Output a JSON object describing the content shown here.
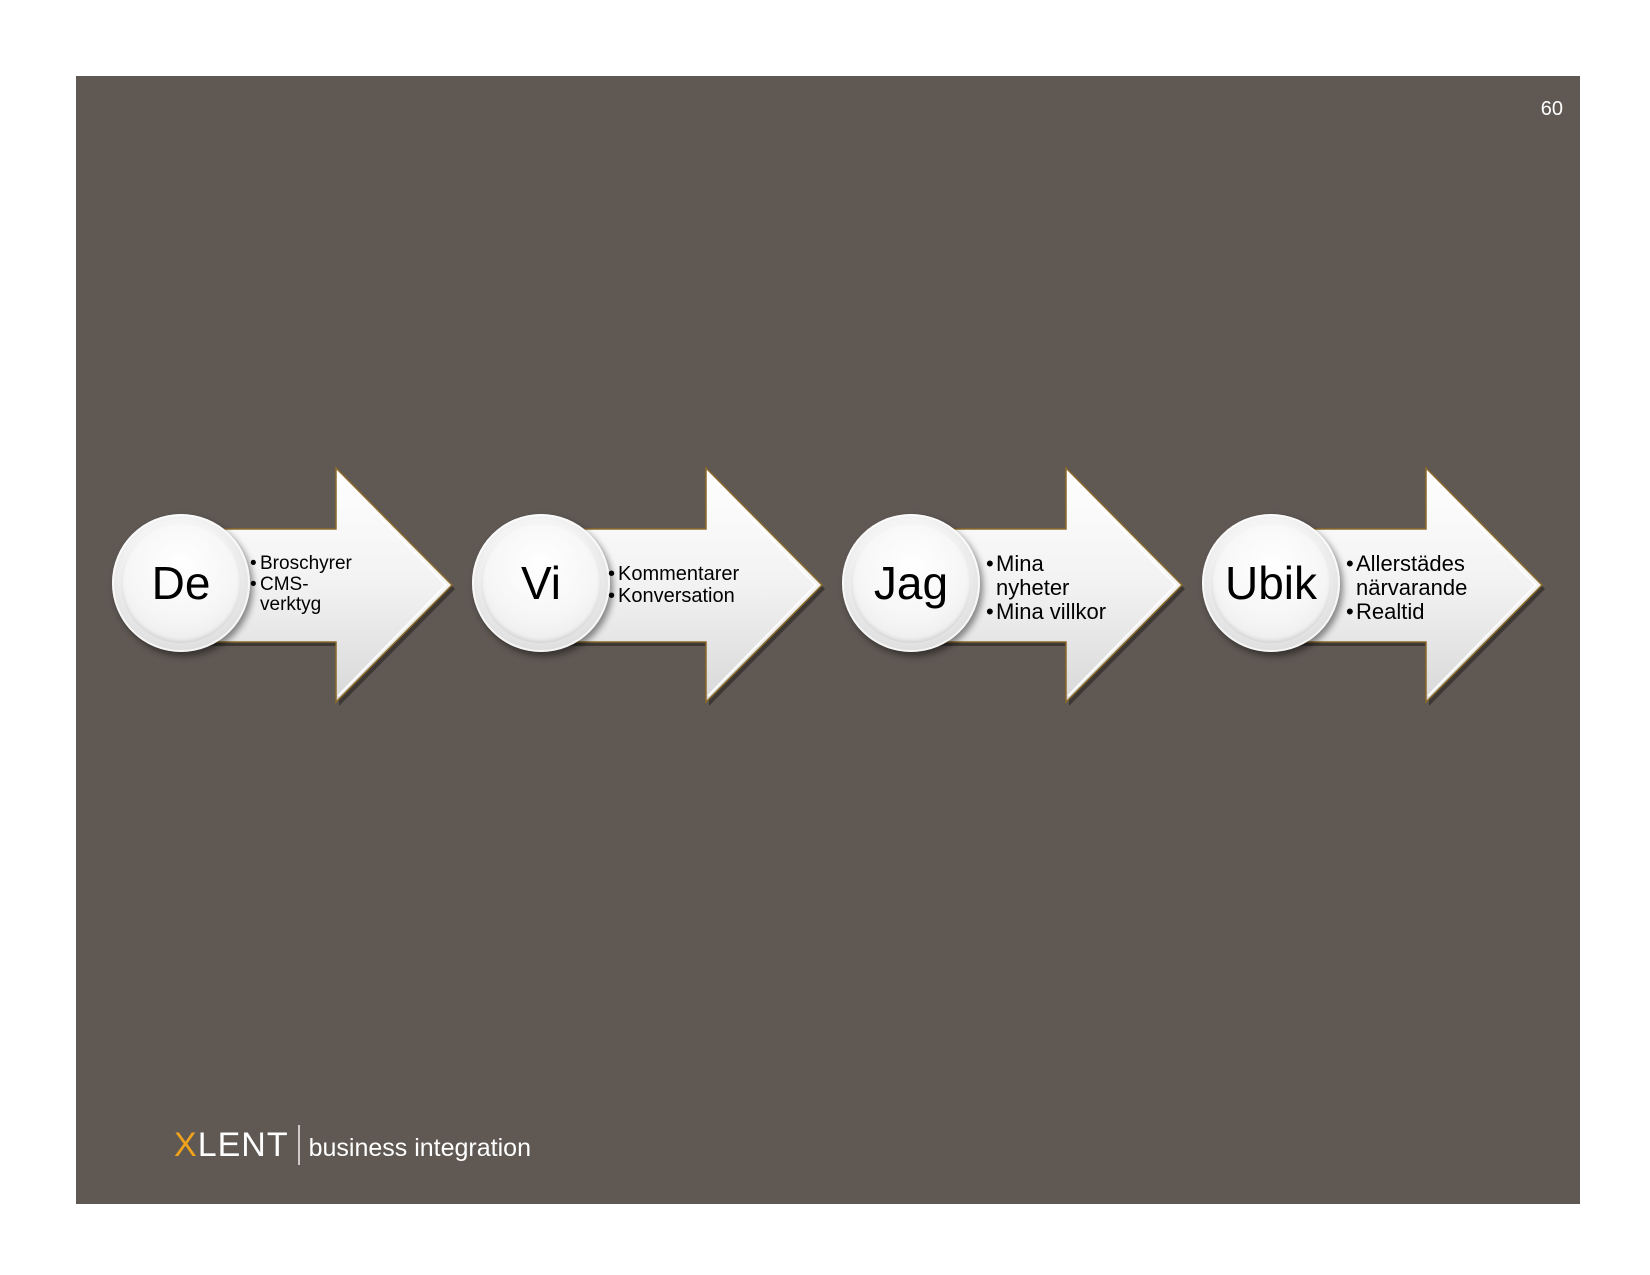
{
  "page": {
    "number": "60"
  },
  "steps": [
    {
      "label": "De",
      "bullets": [
        "Broschyrer",
        "CMS-\nverktyg"
      ]
    },
    {
      "label": "Vi",
      "bullets": [
        "Kommentarer",
        "Konversation"
      ]
    },
    {
      "label": "Jag",
      "bullets": [
        "Mina\nnyheter",
        "Mina villkor"
      ]
    },
    {
      "label": "Ubik",
      "bullets": [
        "Allerstädes\nnärvarande",
        "Realtid"
      ]
    }
  ],
  "logo": {
    "x_letter": "X",
    "rest": "LENT",
    "tagline": "business integration"
  },
  "colors": {
    "background": "#5f5853",
    "logo_accent": "#f0a21b",
    "arrow_outline": "#8a6a2a"
  }
}
